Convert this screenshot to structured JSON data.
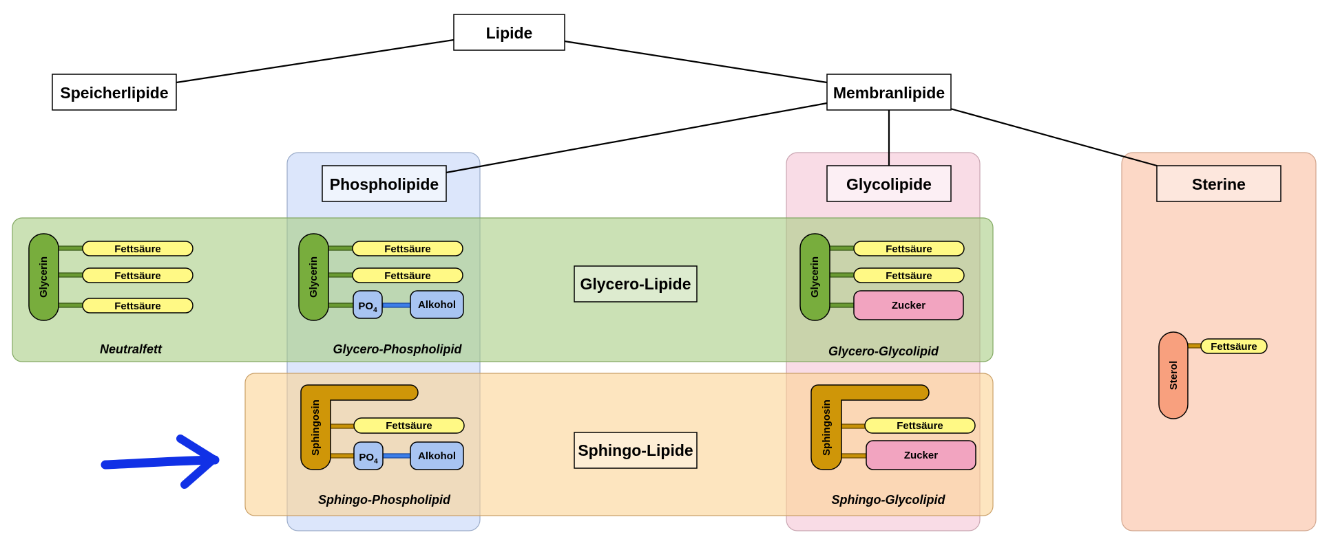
{
  "hierarchy": {
    "root": "Lipide",
    "storage": "Speicherlipide",
    "membrane": "Membranlipide",
    "phospholipids": "Phospholipide",
    "glycolipids": "Glycolipide",
    "sterols": "Sterine"
  },
  "groups": {
    "glycero": "Glycero-Lipide",
    "sphingo": "Sphingo-Lipide"
  },
  "components": {
    "glycerol": "Glycerin",
    "sphingosine": "Sphingosin",
    "fatty_acid": "Fettsäure",
    "phosphate": "PO",
    "phosphate_subscript": "4",
    "alcohol": "Alkohol",
    "sugar": "Zucker",
    "sterol": "Sterol"
  },
  "captions": {
    "neutral_fat": "Neutralfett",
    "glycero_phospholipid": "Glycero-Phospholipid",
    "glycero_glycolipid": "Glycero-Glycolipid",
    "sphingo_phospholipid": "Sphingo-Phospholipid",
    "sphingo_glycolipid": "Sphingo-Glycolipid"
  },
  "colors": {
    "phospholipid_region": "#dce6fb",
    "glycolipid_region": "#f9dce6",
    "sterol_region": "#fcd8c6",
    "glycero_region": "#c8dfb0",
    "sphingo_region": "#fde0b2",
    "glycerol": "#78ad3d",
    "sphingosine": "#cf9608",
    "fatty_acid": "#fff985",
    "phosphate": "#a8c4f2",
    "sugar": "#f2a4c0",
    "sterol": "#f8a07e",
    "arrow": "#1131e6"
  },
  "icons": [
    "arrow-right-icon"
  ]
}
